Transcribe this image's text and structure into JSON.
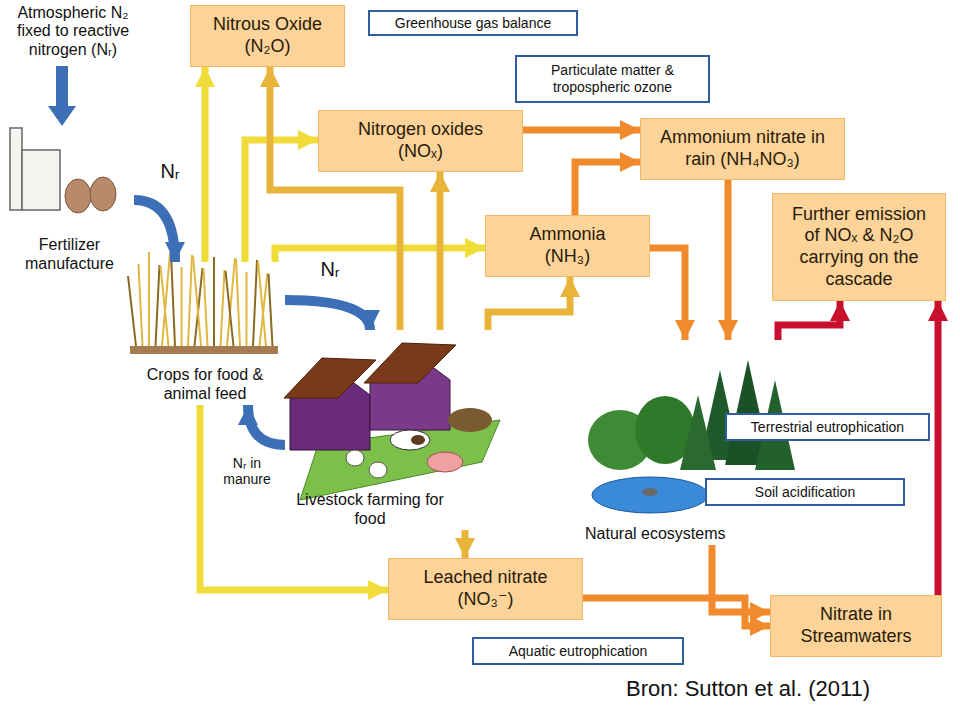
{
  "diagram": {
    "caption": "Bron: Sutton et al. (2011)",
    "nodes": [
      {
        "text": [
          "Nitrous Oxide (N₂O)"
        ]
      },
      {
        "text": [
          "Greenhouse gas balance"
        ]
      },
      {
        "text": [
          "Particulate matter & tropospheric ozone"
        ]
      },
      {
        "text": [
          "Nitrogen oxides (NOₓ)"
        ]
      },
      {
        "text": [
          "Ammonium nitrate in rain (NH₄NO₃)"
        ]
      },
      {
        "text": [
          "Fertilizer manufacture"
        ]
      },
      {
        "text": [
          "Ammonia (NH₃)"
        ]
      },
      {
        "text": [
          "Further emission of NOₓ & N₂O carrying on the cascade"
        ]
      },
      {
        "text": [
          "Crops for food & animal feed"
        ]
      },
      {
        "text": [
          "Livestock farming for food"
        ]
      },
      {
        "text": [
          "Terrestrial eutrophication"
        ]
      },
      {
        "text": [
          "Soil acidification"
        ]
      },
      {
        "text": [
          "Natural ecosystems"
        ]
      },
      {
        "text": [
          "Leached nitrate (NO₃⁻)"
        ]
      },
      {
        "text": [
          "Aquatic eutrophication"
        ]
      },
      {
        "text": [
          "Nitrate in Streamwaters"
        ]
      }
    ],
    "edges": [
      {
        "from": 5,
        "to": 8,
        "arrow": "to"
      },
      {
        "from": 8,
        "to": 0,
        "arrow": "to"
      },
      {
        "from": 8,
        "to": 3,
        "arrow": "to"
      },
      {
        "from": 8,
        "to": 6,
        "arrow": "to"
      },
      {
        "from": 8,
        "to": 13,
        "arrow": "to"
      },
      {
        "from": 8,
        "to": 9,
        "arrow": "to"
      },
      {
        "from": 9,
        "to": 8,
        "arrow": "to"
      },
      {
        "from": 9,
        "to": 0,
        "arrow": "to"
      },
      {
        "from": 9,
        "to": 3,
        "arrow": "to"
      },
      {
        "from": 9,
        "to": 6,
        "arrow": "to"
      },
      {
        "from": 9,
        "to": 13,
        "arrow": "to"
      },
      {
        "from": 3,
        "to": 4,
        "arrow": "to"
      },
      {
        "from": 6,
        "to": 4,
        "arrow": "to"
      },
      {
        "from": 6,
        "to": 12,
        "arrow": "to"
      },
      {
        "from": 4,
        "to": 12,
        "arrow": "to"
      },
      {
        "from": 13,
        "to": 15,
        "arrow": "to"
      },
      {
        "from": 12,
        "to": 15,
        "arrow": "to"
      },
      {
        "from": 12,
        "to": 7,
        "arrow": "to"
      },
      {
        "from": 15,
        "to": 7,
        "arrow": "to"
      }
    ],
    "labels": [
      "Atmospheric N₂ fixed to reactive nitrogen (Nᵣ)",
      "Nᵣ",
      "Nᵣ",
      "Nᵣ in manure"
    ]
  }
}
